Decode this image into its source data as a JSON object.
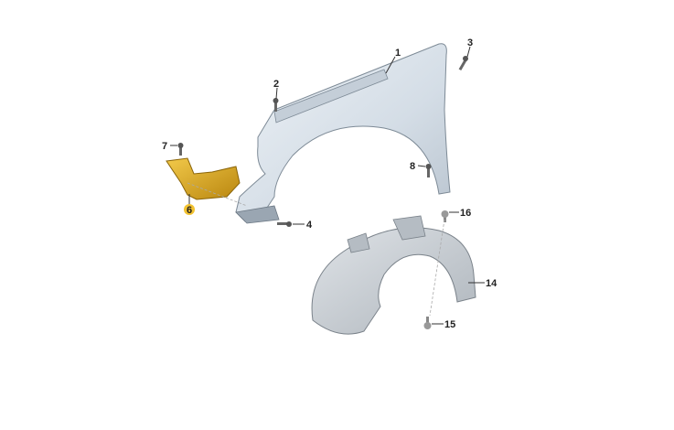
{
  "diagram": {
    "colors": {
      "fender": "#d7e0e8",
      "liner": "#c9ced3",
      "bracket": "#d9a520",
      "highlight": "#f2c230"
    },
    "labels": {
      "fender": "1",
      "bolt_top": "2",
      "bolt_right_top": "3",
      "bolt_lower": "4",
      "bracket": "6",
      "bracket_bolt": "7",
      "fender_bolt_rear": "8",
      "wheel_liner": "14",
      "liner_screw_lower": "15",
      "liner_screw_upper": "16"
    }
  }
}
